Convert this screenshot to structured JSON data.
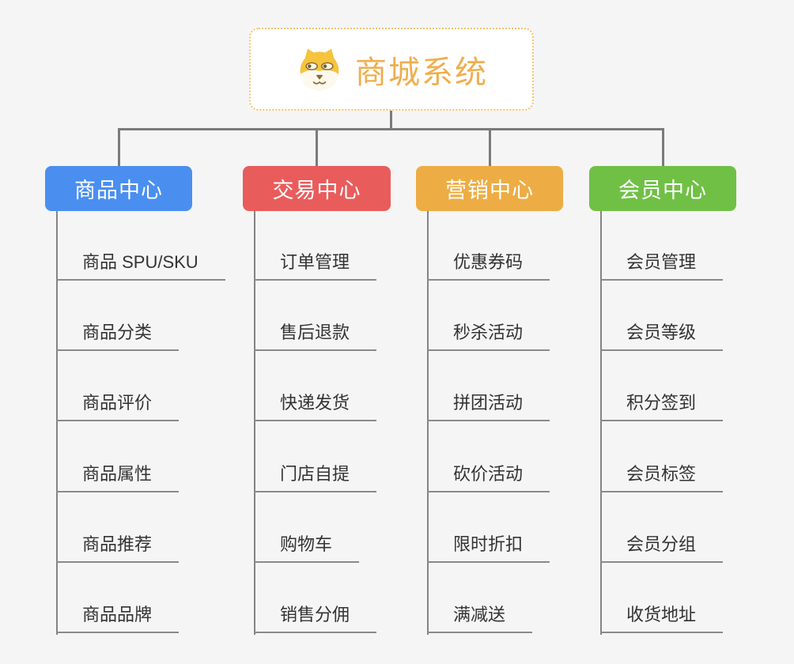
{
  "root": {
    "title": "商城系统",
    "icon": "shiba-dog-icon",
    "text_color": "#efae4e",
    "border_color": "#f6c269"
  },
  "colors": {
    "background": "#f5f5f5",
    "connector": "#7b7b7b",
    "child_text": "#333333",
    "underline": "#8a8a8a"
  },
  "branches": [
    {
      "label": "商品中心",
      "color": "#4a8ff0",
      "children": [
        "商品 SPU/SKU",
        "商品分类",
        "商品评价",
        "商品属性",
        "商品推荐",
        "商品品牌"
      ]
    },
    {
      "label": "交易中心",
      "color": "#e95c5c",
      "children": [
        "订单管理",
        "售后退款",
        "快递发货",
        "门店自提",
        "购物车",
        "销售分佣"
      ]
    },
    {
      "label": "营销中心",
      "color": "#edad44",
      "children": [
        "优惠券码",
        "秒杀活动",
        "拼团活动",
        "砍价活动",
        "限时折扣",
        "满减送"
      ]
    },
    {
      "label": "会员中心",
      "color": "#70c046",
      "children": [
        "会员管理",
        "会员等级",
        "积分签到",
        "会员标签",
        "会员分组",
        "收货地址"
      ]
    }
  ]
}
